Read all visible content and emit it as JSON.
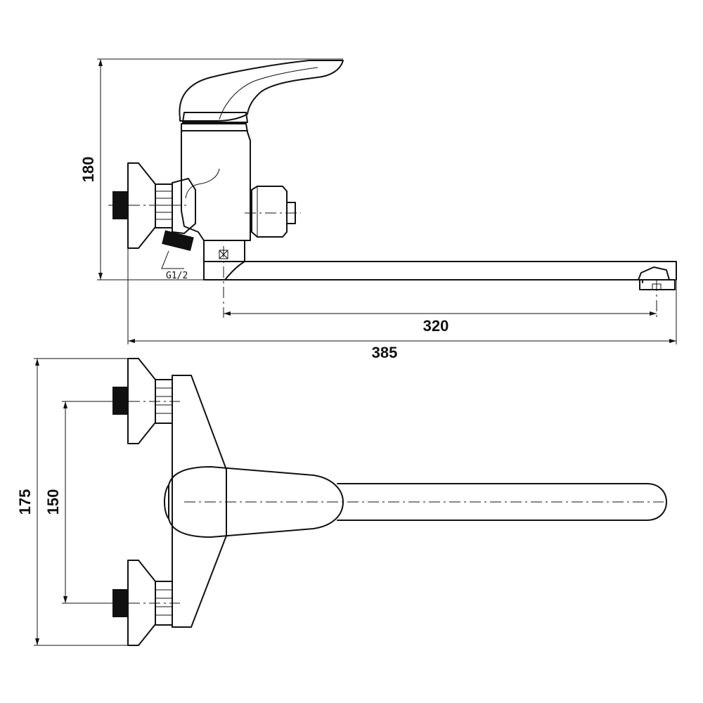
{
  "dimensions": {
    "height": "180",
    "spout_reach": "320",
    "overall_length": "385",
    "overall_width": "175",
    "inlet_spacing": "150"
  },
  "thread_label": "G1/2"
}
